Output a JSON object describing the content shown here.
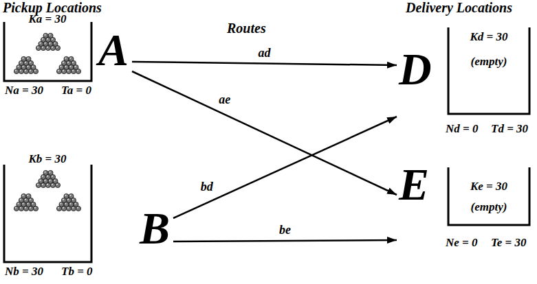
{
  "diagram": {
    "nodes": [
      {
        "text": [
          "A",
          "Ka = 30",
          "Na = 30",
          "Ta = 0"
        ]
      },
      {
        "text": [
          "B",
          "Kb = 30",
          "Nb = 30",
          "Tb = 0"
        ]
      },
      {
        "text": [
          "D",
          "Kd = 30",
          "(empty)",
          "Nd = 0",
          "Td = 30"
        ]
      },
      {
        "text": [
          "E",
          "Ke = 30",
          "(empty)",
          "Ne = 0",
          "Te = 30"
        ]
      }
    ],
    "edges": [
      {
        "from": 0,
        "to": 2,
        "label": "ad",
        "arrow": "to"
      },
      {
        "from": 0,
        "to": 3,
        "label": "ae",
        "arrow": "to"
      },
      {
        "from": 1,
        "to": 2,
        "label": "bd",
        "arrow": "to"
      },
      {
        "from": 1,
        "to": 3,
        "label": "be",
        "arrow": "to"
      }
    ],
    "labels": [
      "Pickup Locations",
      "Routes",
      "Delivery Locations"
    ]
  }
}
